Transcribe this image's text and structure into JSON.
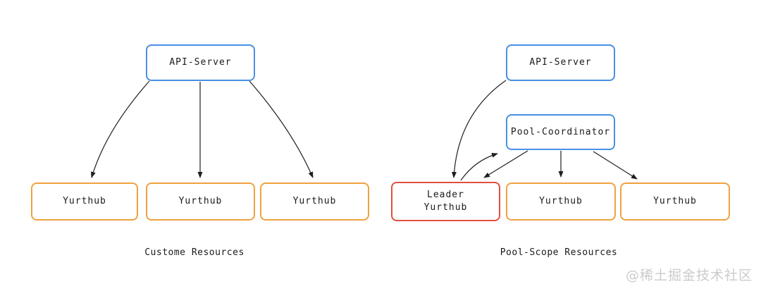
{
  "left_diagram": {
    "caption": "Custome Resources",
    "api_server": "API-Server",
    "yurthub_1": "Yurthub",
    "yurthub_2": "Yurthub",
    "yurthub_3": "Yurthub"
  },
  "right_diagram": {
    "caption": "Pool-Scope Resources",
    "api_server": "API-Server",
    "pool_coordinator": "Pool-Coordinator",
    "leader_yurthub": "Leader\nYurthub",
    "yurthub_2": "Yurthub",
    "yurthub_3": "Yurthub"
  },
  "watermark": "@稀土掘金技术社区",
  "colors": {
    "api_server_border": "#4a90e2",
    "pool_coordinator_border": "#4a90e2",
    "yurthub_border": "#efa23e",
    "leader_yurthub_border": "#e0503f",
    "arrow": "#1f1f1f",
    "text": "#1a1a1a",
    "watermark_text": "#cbcbcb"
  }
}
